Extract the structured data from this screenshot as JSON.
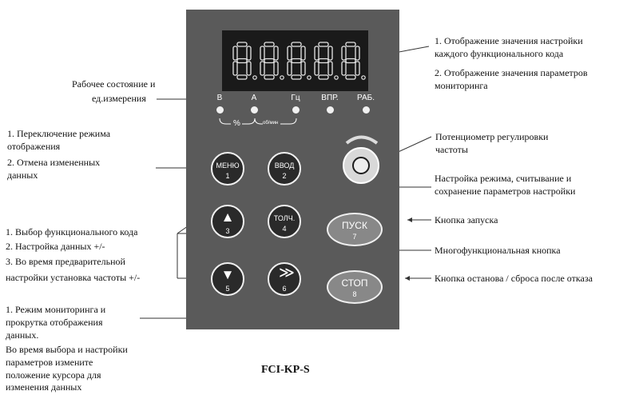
{
  "display": {
    "digits": [
      "8",
      "8",
      "8",
      "8",
      "8"
    ]
  },
  "leds": [
    {
      "label": "В"
    },
    {
      "label": "А"
    },
    {
      "label": "Гц"
    },
    {
      "label": "ВПР."
    },
    {
      "label": "РАБ."
    }
  ],
  "units": {
    "percent": "%",
    "rpm": "об/мин"
  },
  "keys": {
    "menu": {
      "label": "МЕНЮ",
      "num": "1"
    },
    "enter": {
      "label": "ВВОД",
      "num": "2"
    },
    "up": {
      "icon": "▲",
      "num": "3"
    },
    "jog": {
      "label": "ТОЛЧ.",
      "num": "4"
    },
    "down": {
      "icon": "▼",
      "num": "5"
    },
    "shift": {
      "icon": "≫",
      "num": "6"
    },
    "run": {
      "label": "ПУСК",
      "num": "7"
    },
    "stop": {
      "label": "СТОП",
      "num": "8"
    }
  },
  "annotations": {
    "display_1": "1. Отображение значения настройки",
    "display_2": "каждого функционального кода",
    "display_3": "2. Отображение значения параметров",
    "display_4": "мониторинга",
    "status_1": "Рабочее состояние и",
    "status_2": "ед.измерения",
    "menu_1": "1.  Переключение  режима",
    "menu_2": "отображения",
    "menu_3": "2.  Отмена  измененных",
    "menu_4": "данных",
    "pot_1": "Потенциометр  регулировки",
    "pot_2": "частоты",
    "enter_1": "Настройка режима, считывание и",
    "enter_2": "сохранение параметров настройки",
    "arrows_1": "1. Выбор функционального кода",
    "arrows_2": "2. Настройка данных +/-",
    "arrows_3": "3. Во время предварительной",
    "arrows_4": "настройки установка частоты +/-",
    "run": "Кнопка запуска",
    "jog": "Многофункциональная кнопка",
    "stop": "Кнопка останова / сброса после отказа",
    "shift_1": "1. Режим мониторинга и",
    "shift_2": "прокрутка отображения",
    "shift_3": "данных.",
    "shift_4": "Во время выбора и настройки",
    "shift_5": "параметров измените",
    "shift_6": "положение курсора для",
    "shift_7": "изменения данных"
  },
  "model": "FCI-KP-S"
}
